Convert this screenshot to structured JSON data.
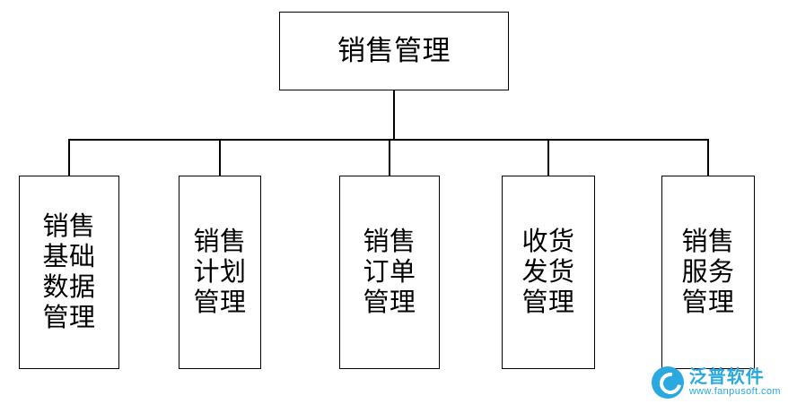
{
  "diagram": {
    "type": "org-chart",
    "root": {
      "label": "销售管理"
    },
    "children": [
      {
        "label": "销售\n基础\n数据\n管理"
      },
      {
        "label": "销售\n计划\n管理"
      },
      {
        "label": "销售\n订单\n管理"
      },
      {
        "label": "收货\n发货\n管理"
      },
      {
        "label": "销售\n服务\n管理"
      }
    ],
    "colors": {
      "box_border": "#000000",
      "box_fill": "#ffffff",
      "connector": "#000000",
      "text": "#000000",
      "watermark": "#2aa8e0"
    }
  },
  "watermark": {
    "brand": "泛普软件",
    "site": "www.fanpusoft.com"
  }
}
